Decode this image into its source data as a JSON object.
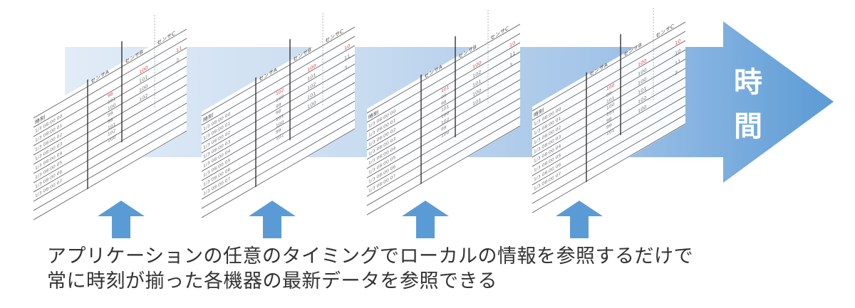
{
  "diagram": {
    "time_arrow": {
      "label_chars": [
        "時",
        "間"
      ],
      "label": "時間",
      "gradient_start": "#e2ecf7",
      "gradient_mid": "#c5daf0",
      "gradient_end": "#5b9bd5"
    },
    "up_arrow_color": "#5b9bd5",
    "sheet_count": 4,
    "sheets": [
      {
        "header": {
          "time": "時刻",
          "col_a": "センサA",
          "col_b": "センサB",
          "col_c": "センサC"
        },
        "times": [
          "1/3 08:00 00",
          "1/3 08:00 01",
          "1/3 08:00 02",
          "1/3 08:00 03",
          "1/3 08:00 04",
          "1/3 08:00 05",
          "1/3 08:00 06",
          "1/3 08:00 07"
        ],
        "a_values": [
          "98",
          "101",
          "100",
          "99",
          "98",
          "101",
          "102",
          "100"
        ],
        "b_values": [
          "100",
          "101",
          "100",
          "102"
        ],
        "c_values": [
          "11",
          "3"
        ],
        "highlight": "#f04040"
      },
      {
        "header": {
          "time": "時刻",
          "col_a": "センサA",
          "col_b": "センサB",
          "col_c": "センサC"
        },
        "times": [
          "1/3 08:00 00",
          "1/3 08:00 01",
          "1/3 08:00 02",
          "1/3 08:00 03",
          "1/3 08:00 04",
          "1/3 08:00 05",
          "1/3 08:00 06",
          "1/3 08:00 07"
        ],
        "a_values": [
          "102",
          "100",
          "99",
          "98",
          "101",
          "100",
          "99",
          "102"
        ],
        "b_values": [
          "100",
          "101",
          "102",
          "101",
          "100"
        ],
        "c_values": [
          "10",
          "11",
          "3"
        ],
        "highlight": "#f04040"
      },
      {
        "header": {
          "time": "時刻",
          "col_a": "センサA",
          "col_b": "センサB",
          "col_c": "センサC"
        },
        "times": [
          "1/3 08:00 00",
          "1/3 08:00 01",
          "1/3 08:00 02",
          "1/3 08:00 03",
          "1/3 08:00 04",
          "1/3 08:00 05",
          "1/3 08:00 06",
          "1/3 08:00 07"
        ],
        "a_values": [
          "101",
          "99",
          "98",
          "101",
          "100",
          "102",
          "99",
          "100"
        ],
        "b_values": [
          "100",
          "102",
          "101",
          "100",
          "101"
        ],
        "c_values": [
          "10",
          "11",
          "3"
        ],
        "highlight": "#f04040"
      },
      {
        "header": {
          "time": "時刻",
          "col_a": "センサA",
          "col_b": "センサB",
          "col_c": "センサC"
        },
        "times": [
          "1/3 08:00 00",
          "1/3 08:00 01",
          "1/3 08:00 02",
          "1/3 08:00 03",
          "1/3 08:00 04",
          "1/3 08:00 05",
          "1/3 08:00 06",
          "1/3 08:00 07"
        ],
        "a_values": [
          "100",
          "99",
          "101",
          "100",
          "101",
          "98",
          "99",
          "101"
        ],
        "b_values": [
          "100",
          "100",
          "100",
          "101",
          "102",
          "100"
        ],
        "c_values": [
          "10",
          "10",
          "11",
          "3"
        ],
        "highlight": "#f04040"
      }
    ]
  },
  "caption": {
    "line1": "アプリケーションの任意のタイミングでローカルの情報を参照するだけで",
    "line2": "常に時刻が揃った各機器の最新データを参照できる"
  }
}
